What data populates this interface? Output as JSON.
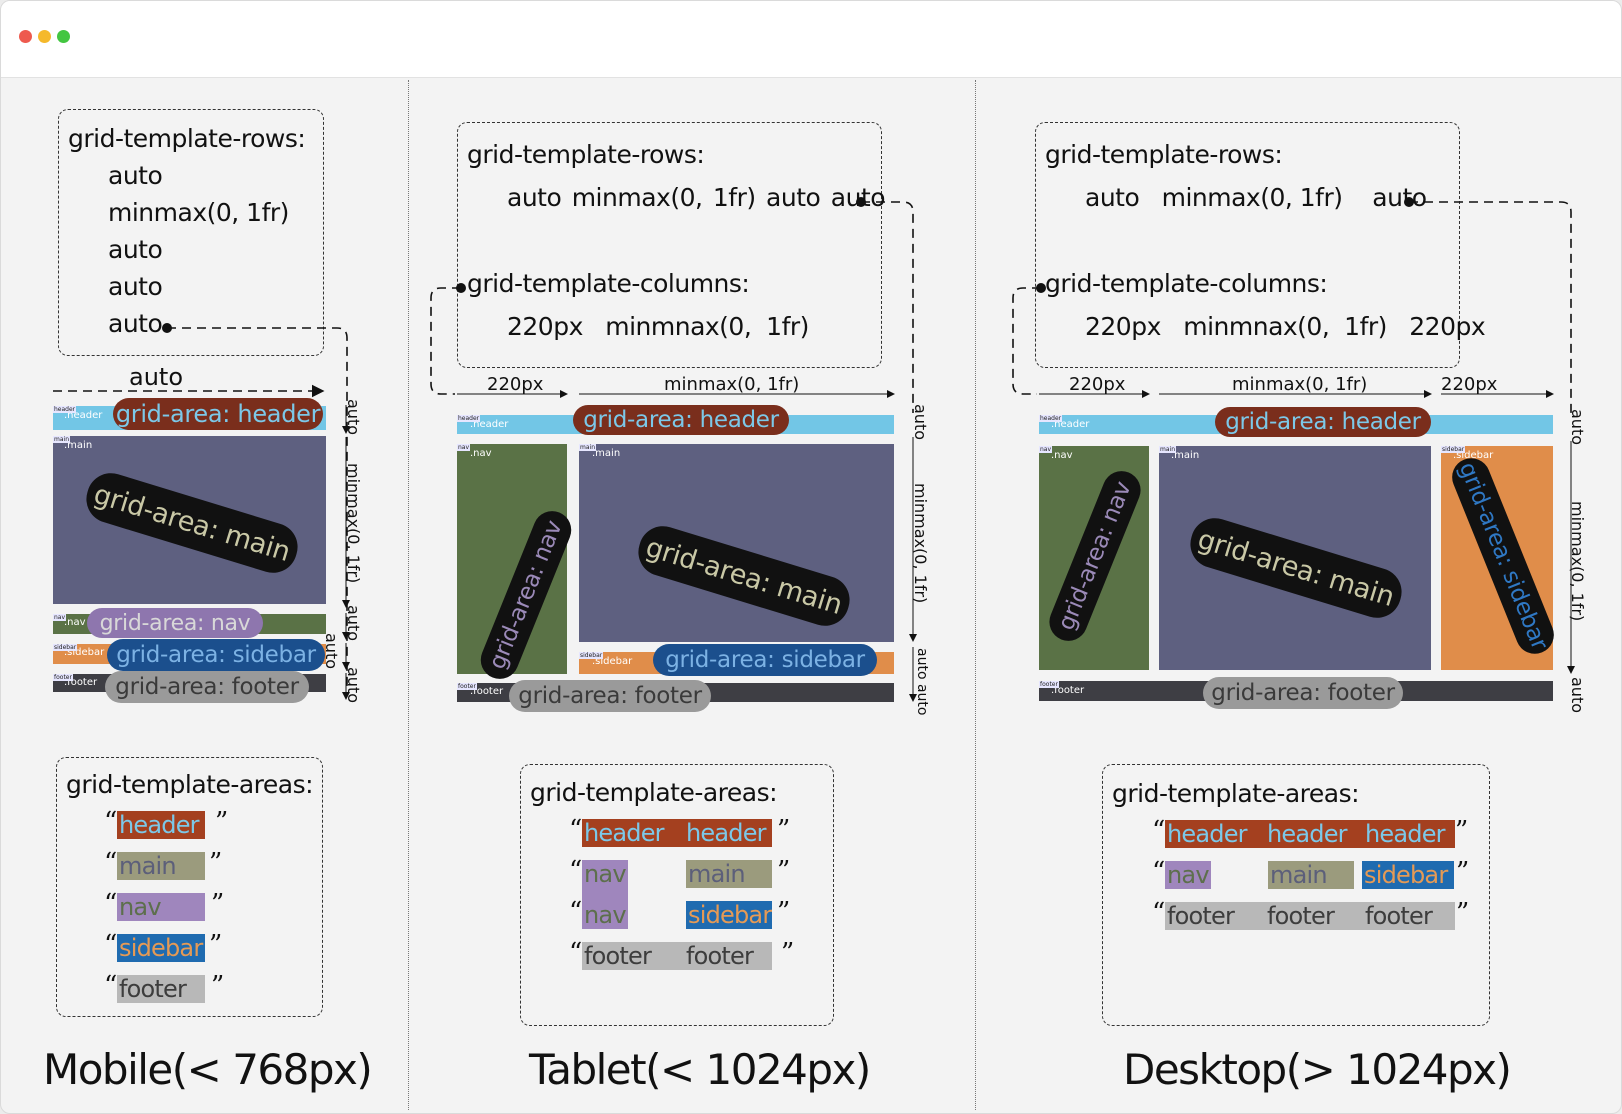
{
  "window": {
    "traffic_lights": [
      "#ee5a4e",
      "#f5b92b",
      "#43c641"
    ]
  },
  "colors": {
    "header": "#72c6e6",
    "main": "#5e6080",
    "nav": "#5a7246",
    "sidebar": "#e08d4a",
    "footer": "#3e3e44",
    "tag_header_bg": "#a4401f",
    "tag_header_fg": "#7cc8e8",
    "tag_main_bg": "#9b9b7d",
    "tag_main_fg": "#5c5f7a",
    "tag_nav_bg": "#9f86bd",
    "tag_nav_fg": "#5d6f4c",
    "tag_sidebar_bg": "#1f6bb0",
    "tag_sidebar_fg": "#e59a55",
    "tag_footer_bg": "#b8b8b8",
    "tag_footer_fg": "#3d3d3d"
  },
  "mobile": {
    "rows_title": "grid-template-rows:",
    "rows": [
      "auto",
      "minmax(0, 1fr)",
      "auto",
      "auto",
      "auto"
    ],
    "width_label": "auto",
    "side_labels": [
      "auto",
      "minmax(0, 1fr)",
      "auto",
      "auto",
      "auto"
    ],
    "areas_title": "grid-template-areas:",
    "areas": [
      "header",
      "main",
      "nav",
      "sidebar",
      "footer"
    ],
    "title": "Mobile(< 768px)"
  },
  "tablet": {
    "rows_title": "grid-template-rows:",
    "rows_value": "auto  minmax(0, 1fr)  auto  auto",
    "cols_title": "grid-template-columns:",
    "cols_value": "220px   minmnax(0,  1fr)",
    "col_labels": [
      "220px",
      "minmax(0, 1fr)"
    ],
    "side_labels": [
      "auto",
      "minmax(0, 1fr)",
      "auto auto"
    ],
    "areas_title": "grid-template-areas:",
    "areas": [
      [
        "header",
        "header"
      ],
      [
        "nav",
        "main"
      ],
      [
        "nav",
        "sidebar"
      ],
      [
        "footer",
        "footer"
      ]
    ],
    "title": "Tablet(< 1024px)"
  },
  "desktop": {
    "rows_title": "grid-template-rows:",
    "rows_value": "auto   minmax(0, 1fr)    auto",
    "cols_title": "grid-template-columns:",
    "cols_value": "220px   minmnax(0,  1fr)   220px",
    "col_labels": [
      "220px",
      "minmax(0, 1fr)",
      "220px"
    ],
    "side_labels": [
      "auto",
      "minmax(0, 1fr)",
      "auto"
    ],
    "areas_title": "grid-template-areas:",
    "areas": [
      [
        "header",
        "header",
        "header"
      ],
      [
        "nav",
        "main",
        "sidebar"
      ],
      [
        "footer",
        "footer",
        "footer"
      ]
    ],
    "title": "Desktop(> 1024px)"
  },
  "grid_area_labels": {
    "header": "grid-area: header",
    "main": "grid-area: main",
    "nav": "grid-area: nav",
    "sidebar": "grid-area: sidebar",
    "footer": "grid-area: footer"
  },
  "cell_labels": {
    "header": ".header",
    "main": ".main",
    "nav": ".nav",
    "sidebar": ".sidebar",
    "footer": ".footer"
  },
  "cell_tags": {
    "header": "header",
    "main": "main",
    "nav": "nav",
    "sidebar": "sidebar",
    "footer": "footer"
  },
  "quote_open": "“",
  "quote_close": "”"
}
